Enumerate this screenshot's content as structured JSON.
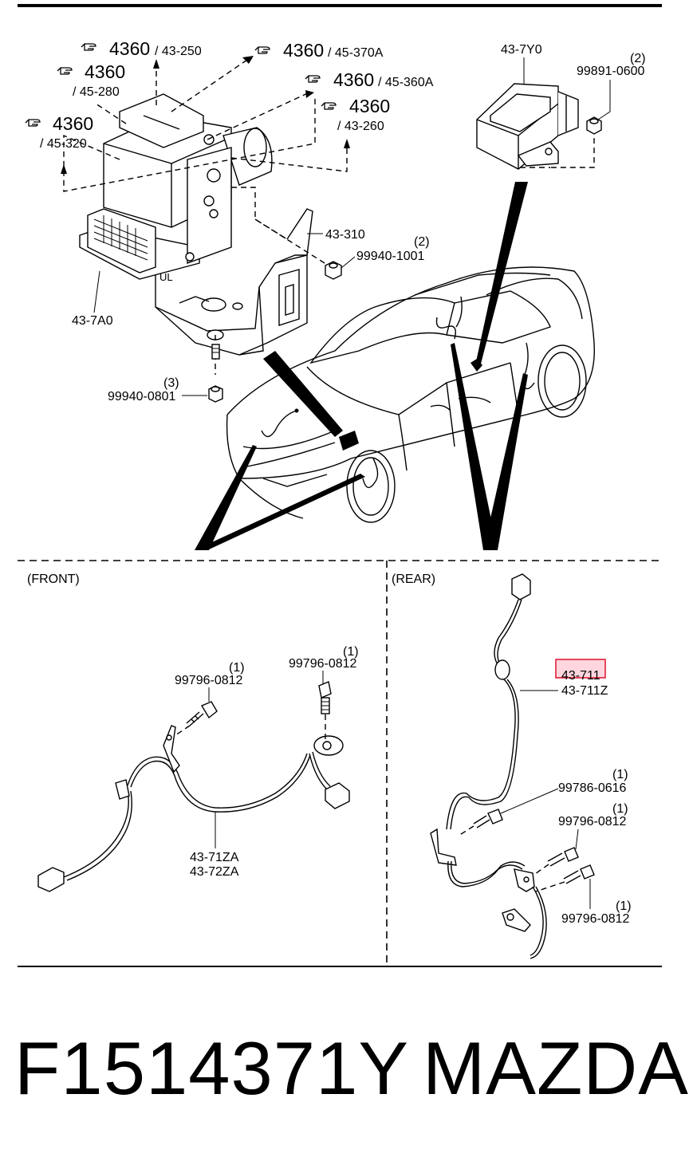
{
  "callouts": {
    "ref_4360_a": {
      "big": "4360",
      "small": "/ 43-250"
    },
    "ref_4360_b": {
      "big": "4360",
      "small": "/ 45-370A"
    },
    "ref_4360_c": {
      "big": "4360",
      "small": "/ 45-280"
    },
    "ref_4360_d": {
      "big": "4360",
      "small": "/ 45-360A"
    },
    "ref_4360_e": {
      "big": "4360",
      "small": "/ 45-320"
    },
    "ref_4360_f": {
      "big": "4360",
      "small": "/ 43-260"
    }
  },
  "parts_top": {
    "module_label": "43-7Y0",
    "nut_label": "99891-0600",
    "nut_qty": "(2)",
    "bracket_label": "43-310",
    "bracket_nut_label": "99940-1001",
    "bracket_nut_qty": "(2)",
    "hcu_label": "43-7A0",
    "base_nut_label": "99940-0801",
    "base_nut_qty": "(3)"
  },
  "front": {
    "title": "(FRONT)",
    "bolt1_label": "99796-0812",
    "bolt1_qty": "(1)",
    "bolt2_label": "99796-0812",
    "bolt2_qty": "(1)",
    "sensor_label_1": "43-71ZA",
    "sensor_label_2": "43-72ZA"
  },
  "rear": {
    "title": "(REAR)",
    "sensor_label_highlight": "43-711",
    "sensor_label_2": "43-711Z",
    "bolt1_label": "99786-0616",
    "bolt1_qty": "(1)",
    "bolt2_label": "99796-0812",
    "bolt2_qty": "(1)",
    "bolt3_label": "99796-0812",
    "bolt3_qty": "(1)"
  },
  "footer": {
    "part_number": "F1514371Y",
    "brand": "MAZDA"
  },
  "colors": {
    "highlight_fill": "#ffd6de",
    "highlight_stroke": "#e0203a",
    "line": "#000000",
    "background": "#ffffff"
  }
}
